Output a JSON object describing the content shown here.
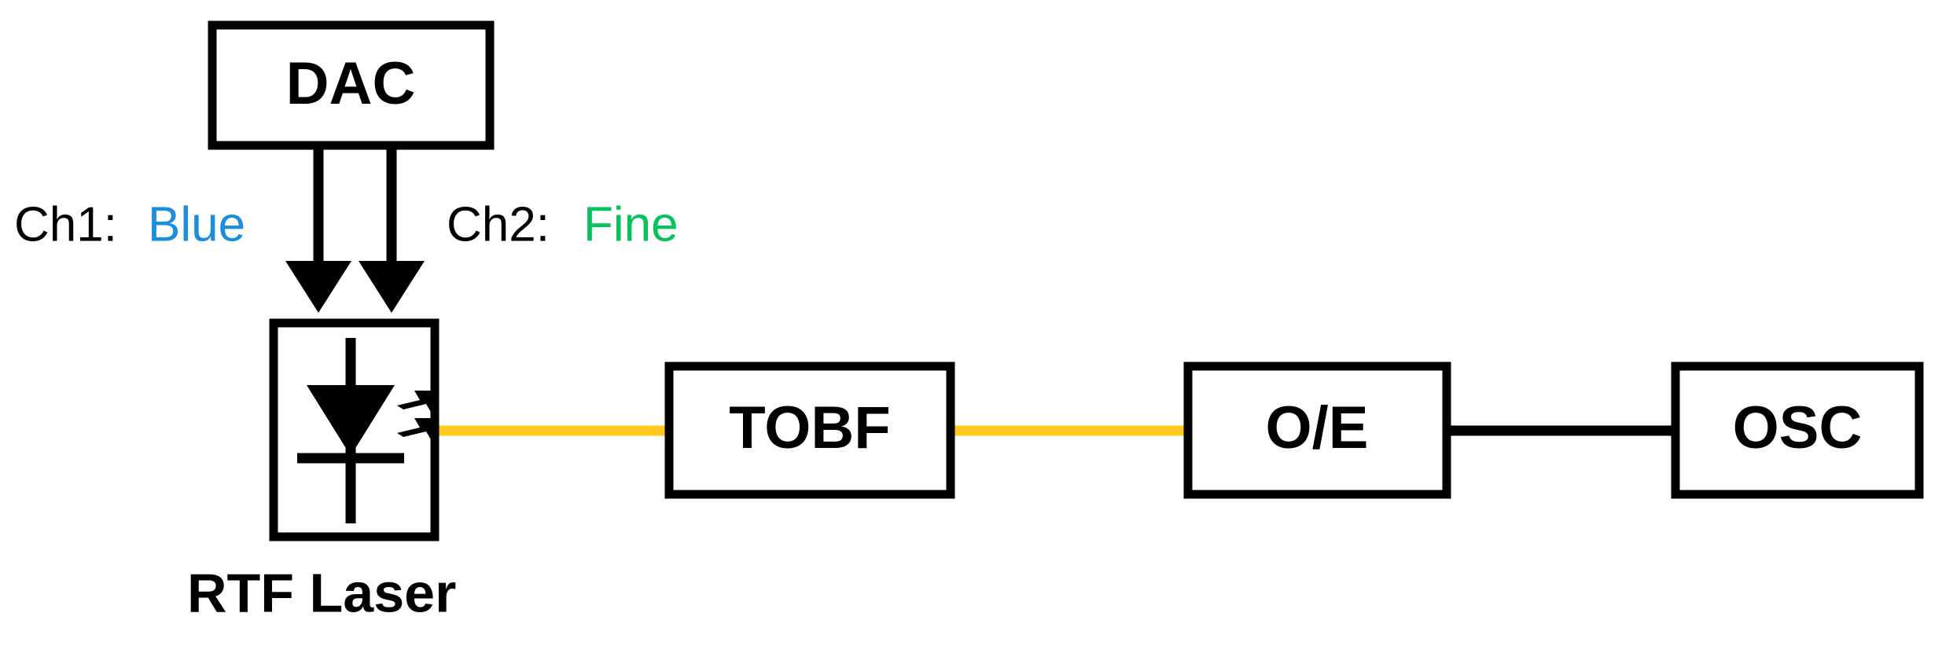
{
  "diagram": {
    "title": "RTF Laser optical measurement setup",
    "background_color": "#ffffff",
    "colors": {
      "optical_fiber": "#ffc81e",
      "electrical_cable": "#000000",
      "outline": "#000000",
      "channel1_value": "#1b8ede",
      "channel2_value": "#06c25a"
    },
    "blocks": {
      "dac": {
        "label": "DAC"
      },
      "laser": {
        "caption": "RTF Laser",
        "symbol": "laser-diode-symbol"
      },
      "tobf": {
        "label": "TOBF"
      },
      "oe": {
        "label": "O/E"
      },
      "osc": {
        "label": "OSC"
      }
    },
    "channels": [
      {
        "name": "Ch1: ",
        "value": "Blue",
        "color": "#1b8ede"
      },
      {
        "name": "Ch2: ",
        "value": "Fine",
        "color": "#06c25a"
      }
    ],
    "links": [
      {
        "from": "DAC",
        "to": "RTF Laser",
        "kind": "electrical-arrow",
        "count": 2
      },
      {
        "from": "RTF Laser",
        "to": "TOBF",
        "kind": "optical-fiber"
      },
      {
        "from": "TOBF",
        "to": "O/E",
        "kind": "optical-fiber"
      },
      {
        "from": "O/E",
        "to": "OSC",
        "kind": "electrical-cable"
      }
    ]
  }
}
